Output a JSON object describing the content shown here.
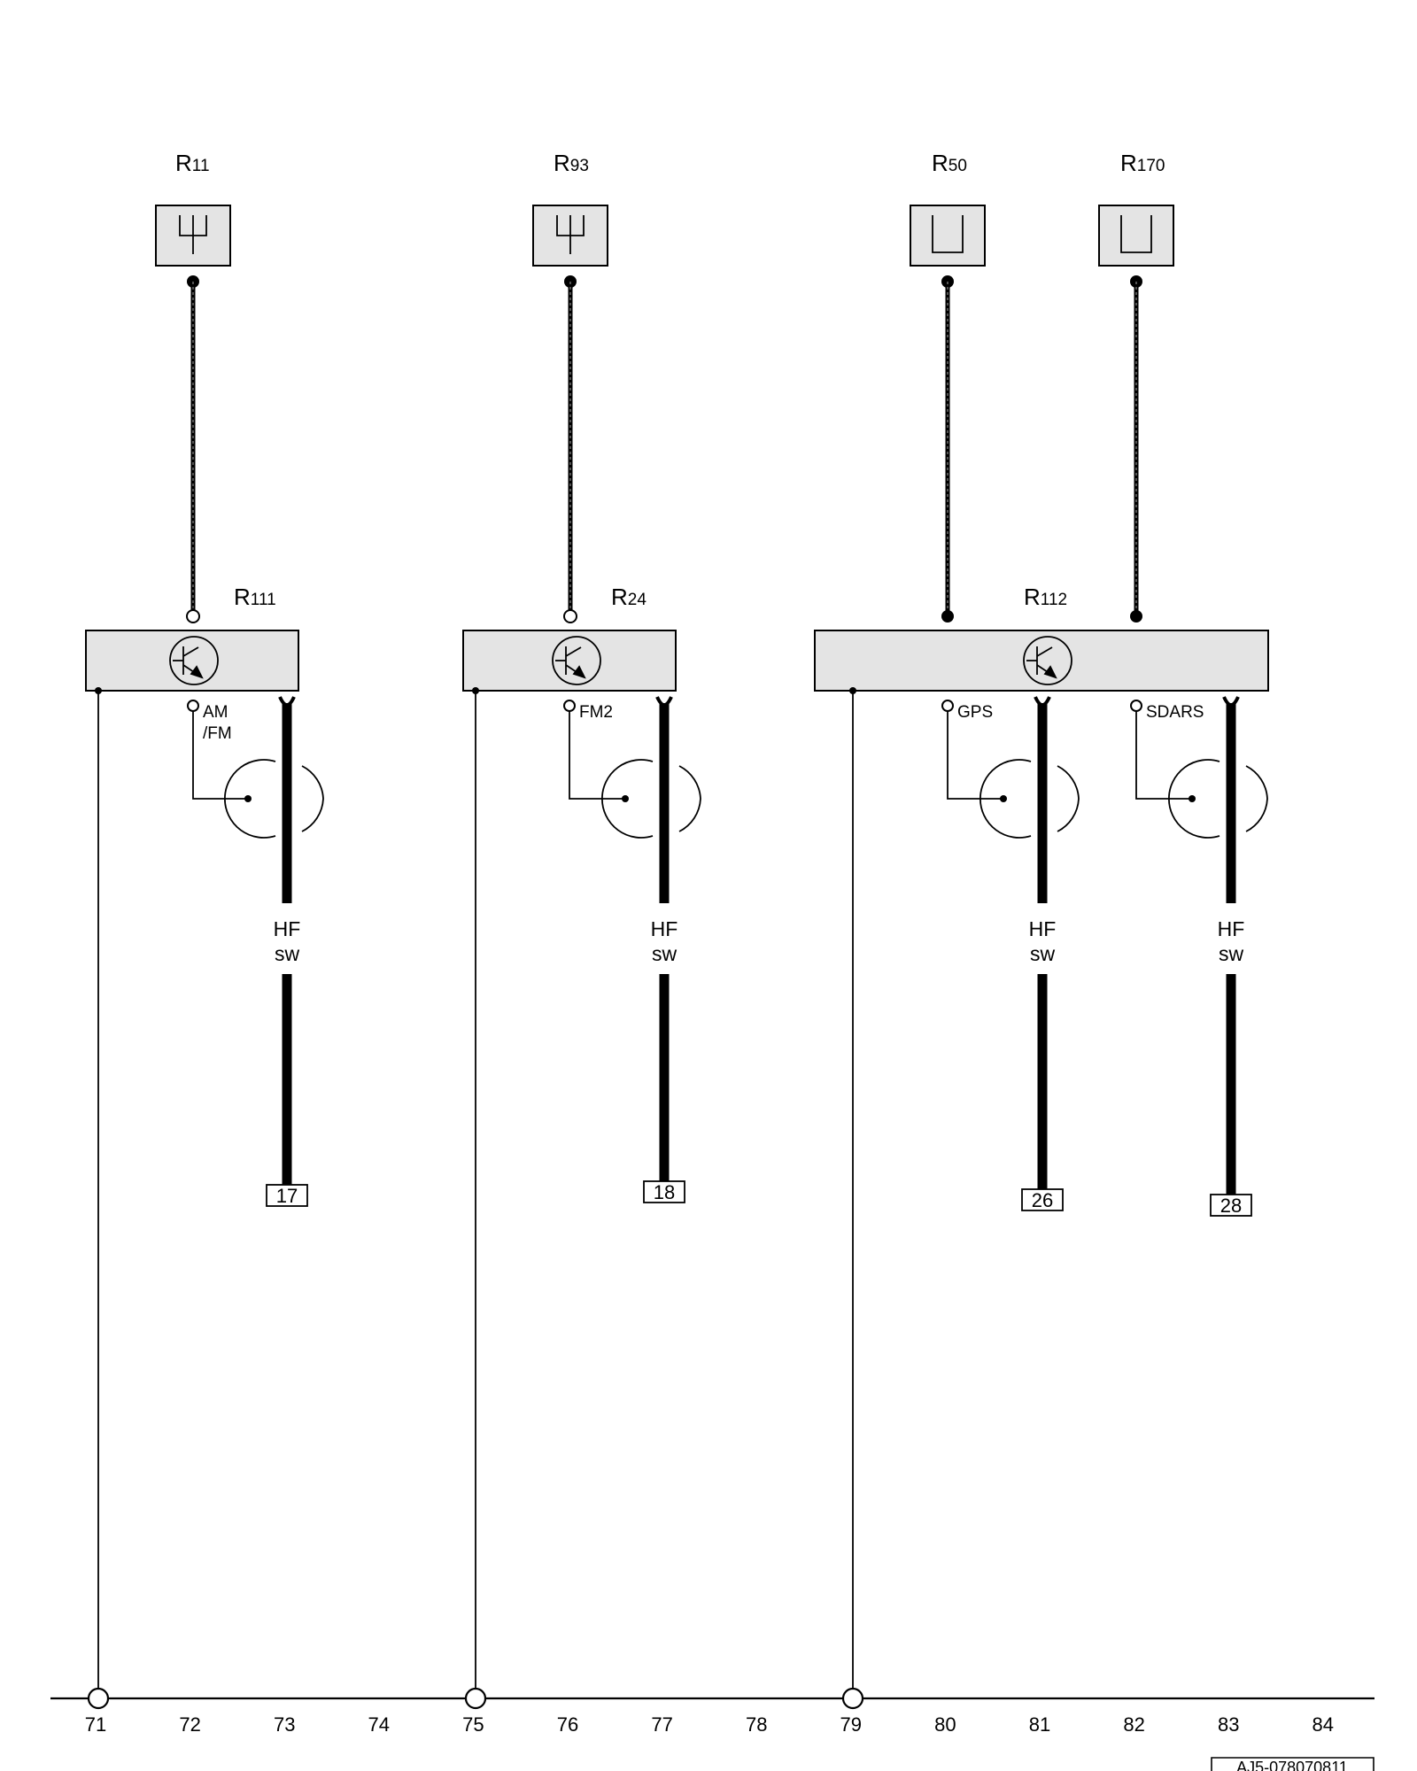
{
  "antennas": [
    {
      "id": "R11",
      "main": "R",
      "sub": "11",
      "symbol": "trident"
    },
    {
      "id": "R93",
      "main": "R",
      "sub": "93",
      "symbol": "trident"
    },
    {
      "id": "R50",
      "main": "R",
      "sub": "50",
      "symbol": "cup"
    },
    {
      "id": "R170",
      "main": "R",
      "sub": "170",
      "symbol": "cup"
    }
  ],
  "amplifiers": [
    {
      "id": "R111",
      "main": "R",
      "sub": "111",
      "symbol": "transistor-icon",
      "outputs": [
        {
          "label_lines": [
            "AM",
            "/FM"
          ],
          "wire_label": "HF",
          "wire_color": "sw",
          "terminal": "17"
        }
      ]
    },
    {
      "id": "R24",
      "main": "R",
      "sub": "24",
      "symbol": "transistor-icon",
      "outputs": [
        {
          "label_lines": [
            "FM2"
          ],
          "wire_label": "HF",
          "wire_color": "sw",
          "terminal": "18"
        }
      ]
    },
    {
      "id": "R112",
      "main": "R",
      "sub": "112",
      "symbol": "transistor-icon",
      "outputs": [
        {
          "label_lines": [
            "GPS"
          ],
          "wire_label": "HF",
          "wire_color": "sw",
          "terminal": "26"
        },
        {
          "label_lines": [
            "SDARS"
          ],
          "wire_label": "HF",
          "wire_color": "sw",
          "terminal": "28"
        }
      ]
    }
  ],
  "ground_bus": {
    "track_numbers": [
      "71",
      "72",
      "73",
      "74",
      "75",
      "76",
      "77",
      "78",
      "79",
      "80",
      "81",
      "82",
      "83",
      "84"
    ],
    "ground_points_at": [
      "71",
      "75",
      "79"
    ]
  },
  "drawing_code": "AJ5-078070811"
}
